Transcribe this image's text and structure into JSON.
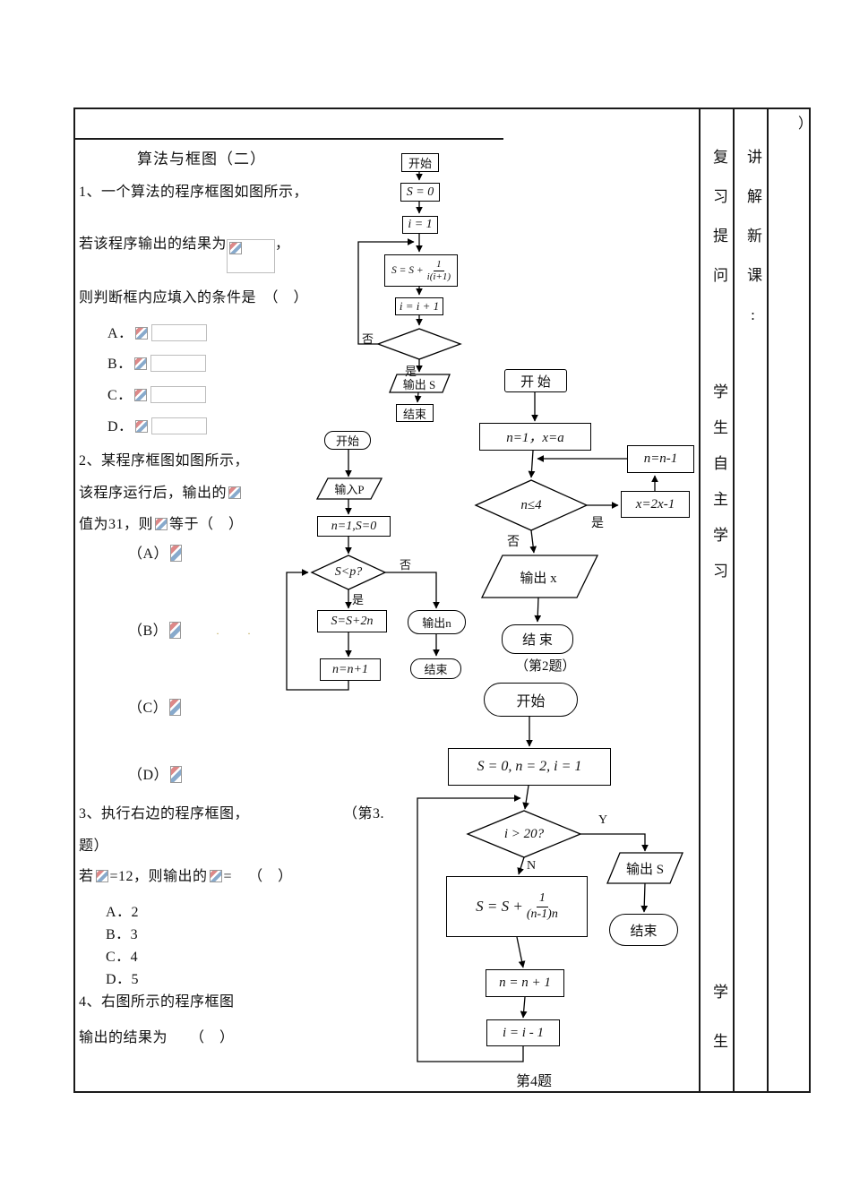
{
  "page": {
    "top_right_mark": "）"
  },
  "colors": {
    "border": "#1a1a1a",
    "icon_red": "#dd8888",
    "icon_blue": "#88aacc",
    "placeholder_box": "#bdbdbd"
  },
  "header": {
    "title": "算法与框图（二）"
  },
  "sidebar": {
    "review": "复习提问",
    "teach": "讲解新课:",
    "self_study": "学生自主学习",
    "student": "学生"
  },
  "q1": {
    "line1": "1、一个算法的程序框图如图所示，",
    "line2_pre": "若该程序输出的结果为",
    "line2_post": "，",
    "line3": "则判断框内应填入的条件是　（　）",
    "optA": "A．",
    "optB": "B．",
    "optC": "C．",
    "optD": "D．"
  },
  "q2": {
    "line1": "2、某程序框图如图所示，",
    "line2": "该程序运行后，输出的",
    "line3_pre": "值为31，则",
    "line3_post": "等于（　）",
    "optA": "（A）",
    "optB": "（B）",
    "optC": "（C）",
    "optD": "（D）",
    "dots": "· ·"
  },
  "q3": {
    "line1": "3、执行右边的程序框图，",
    "note": "（第3.",
    "line2": "题）",
    "line3_pre": "若",
    "line3_mid": "=12，则输出的",
    "line3_eq": "=",
    "line3_paren": "（　）",
    "optA": "A．2",
    "optB": "B．3",
    "optC": "C．4",
    "optD": "D．5"
  },
  "q4": {
    "line1": "4、右图所示的程序框图",
    "line2": "输出的结果为　　（　）"
  },
  "fc1": {
    "start": "开始",
    "s0": "S = 0",
    "i1": "i = 1",
    "sum_pre": "S = S +",
    "sum_num": "1",
    "sum_den": "i(i+1)",
    "inc": "i = i + 1",
    "no": "否",
    "yes": "是",
    "out": "输出 S",
    "end": "结束"
  },
  "fc2": {
    "start": "开始",
    "input": "输入P",
    "init": "n=1,S=0",
    "cond": "S<p?",
    "no": "否",
    "yes": "是",
    "body": "S=S+2n",
    "inc": "n=n+1",
    "out": "输出n",
    "end": "结束"
  },
  "fc3": {
    "start": "开 始",
    "init": "n=1，x=a",
    "dec": "n=n-1",
    "cond": "n≤4",
    "mul": "x=2x-1",
    "yes": "是",
    "no": "否",
    "out": "输出 x",
    "end": "结 束",
    "caption": "（第2题）"
  },
  "fc4": {
    "start": "开始",
    "init": "S = 0, n = 2, i = 1",
    "cond": "i > 20?",
    "y": "Y",
    "n": "N",
    "out": "输出 S",
    "end": "结束",
    "sum_pre": "S = S +",
    "sum_num": "1",
    "sum_den": "(n-1)n",
    "inc": "n = n + 1",
    "dec": "i = i - 1",
    "caption": "第4题"
  }
}
